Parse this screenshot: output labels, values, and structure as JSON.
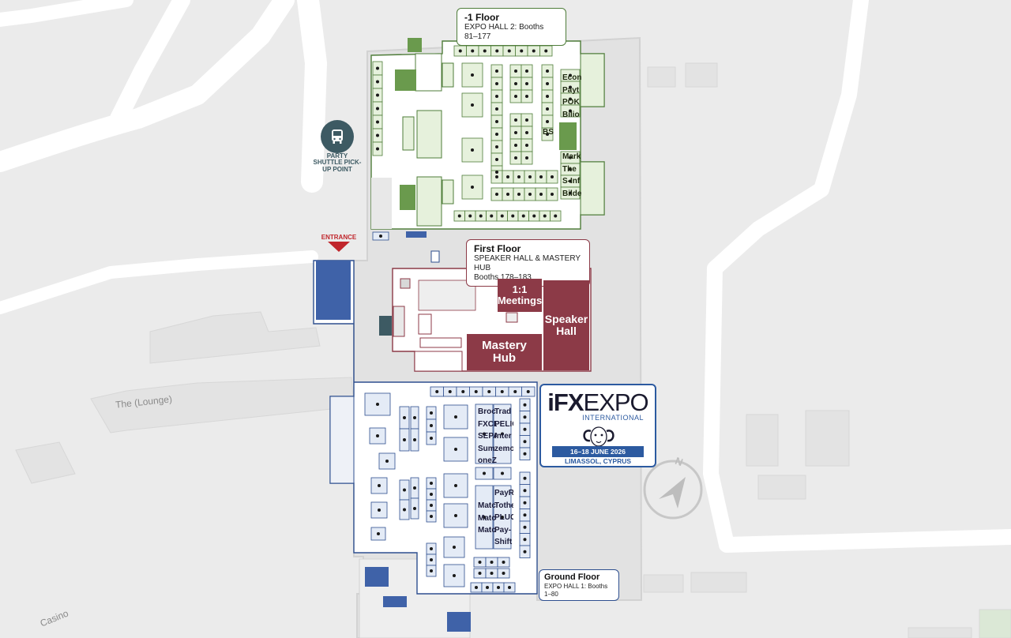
{
  "floors": {
    "lower": {
      "title": "-1 Floor",
      "subtitle": "EXPO HALL 2: Booths 81–177"
    },
    "first": {
      "title": "First Floor",
      "line1": "SPEAKER HALL & MASTERY HUB",
      "line2": "Booths 178–183"
    },
    "ground": {
      "title": "Ground Floor",
      "subtitle": "EXPO HALL 1: Booths 1–80"
    }
  },
  "rooms": {
    "meetings": "1:1 Meetings",
    "speaker_hall": "Speaker Hall",
    "mastery_hub": "Mastery Hub"
  },
  "points": {
    "shuttle": "PARTY SHUTTLE PICK-UP POINT",
    "entrance": "ENTRANCE"
  },
  "streets": {
    "lounge": "The (Lounge)",
    "casino": "Casino"
  },
  "logo": {
    "brand_prefix": "iFX",
    "brand_suffix": "EXPO",
    "subtitle": "INTERNATIONAL",
    "dates": "16–18 JUNE 2026",
    "city": "LIMASSOL, CYPRUS"
  },
  "compass": {
    "north": "N"
  },
  "booths_lower_right": [
    "Econ",
    "Payt",
    "POK",
    "Bilio",
    "BS",
    "Mark",
    "The",
    "S-Inf",
    "Bilde"
  ],
  "booths_ground_col1": [
    "Broc",
    "FXCL",
    "SEPA",
    "Sum",
    "oneZ"
  ],
  "booths_ground_col2": [
    "Trad",
    "PELIC",
    "Inter",
    "zemo"
  ],
  "booths_ground_col3": [
    "PayR",
    "Tothe",
    "PLUG",
    "Pay-",
    "Shift"
  ],
  "booths_ground_col3b": [
    "Matc",
    "Matc",
    "Matc"
  ],
  "colors": {
    "green_fill": "#e6f1dc",
    "green_stroke": "#4f7d3a",
    "red_room": "#8c3a47",
    "blue_fill": "#3f62a8",
    "blue_stroke": "#2e4f8f",
    "road": "#ffffff",
    "background": "#ebebeb"
  }
}
